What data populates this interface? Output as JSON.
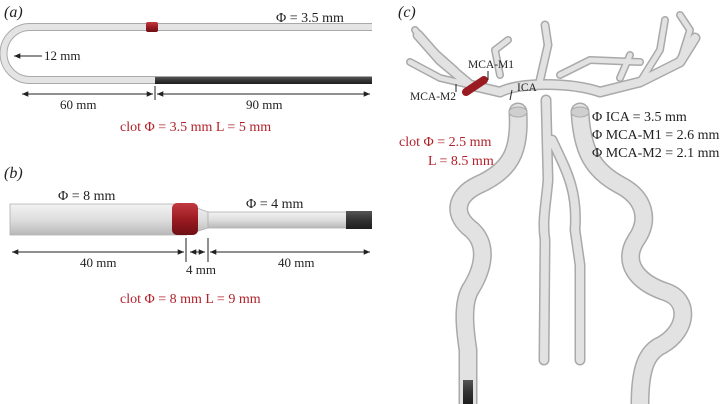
{
  "panel_a": {
    "label": "(a)",
    "diameter": "Φ = 3.5 mm",
    "bend_radius": "12 mm",
    "length_left": "60 mm",
    "length_right": "90 mm",
    "clot": "clot Φ = 3.5 mm L = 5 mm"
  },
  "panel_b": {
    "label": "(b)",
    "diameter_large": "Φ = 8 mm",
    "diameter_small": "Φ = 4 mm",
    "length_left": "40 mm",
    "length_mid": "4 mm",
    "length_right": "40 mm",
    "clot": "clot Φ = 8 mm L = 9 mm"
  },
  "panel_c": {
    "label": "(c)",
    "label_mca_m1": "MCA-M1",
    "label_mca_m2": "MCA-M2",
    "label_ica": "ICA",
    "clot_diameter": "clot Φ = 2.5 mm",
    "clot_length": "L = 8.5 mm",
    "dims": [
      "Φ ICA = 3.5 mm",
      "Φ MCA-M1 = 2.6 mm",
      "Φ MCA-M2 = 2.1 mm"
    ]
  },
  "colors": {
    "vessel": "#dcdcdc",
    "vessel_edge": "#a9a9a9",
    "clot": "#9b1b22",
    "catheter": "#3a3a3a",
    "annotation": "#b0222a"
  }
}
